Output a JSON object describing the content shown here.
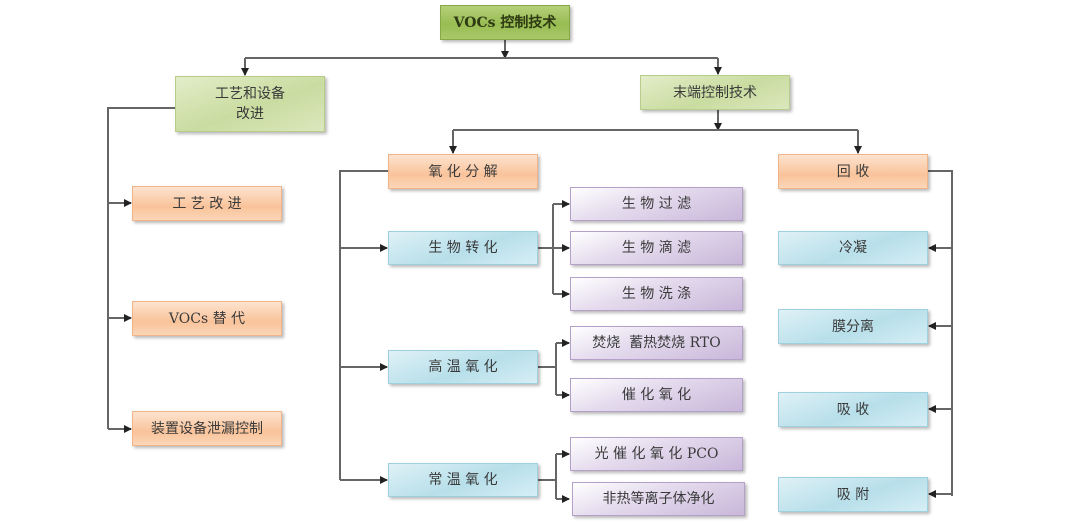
{
  "title": "VOCs 控制技术",
  "colors": {
    "root": "#a4c45e",
    "level1": "#d2e2ad",
    "category": "#f9c6a0",
    "method": "#bde1ec",
    "submethod": "#d6c9e4",
    "connector": "#555555"
  },
  "root": {
    "label": "VOCs 控制技术"
  },
  "branches": {
    "process": {
      "label_line1": "工艺和设备",
      "label_line2": "改进",
      "children": [
        {
          "label": "工 艺 改 进"
        },
        {
          "label": "VOCs 替 代"
        },
        {
          "label": "装置设备泄漏控制"
        }
      ]
    },
    "end_of_pipe": {
      "label": "末端控制技术",
      "oxidation": {
        "label": "氧 化 分 解",
        "methods": [
          {
            "label": "生 物 转 化",
            "submethods": [
              {
                "label": "生 物 过 滤"
              },
              {
                "label": "生 物 滴 滤"
              },
              {
                "label": "生 物 洗 涤"
              }
            ]
          },
          {
            "label": "高 温 氧 化",
            "submethods": [
              {
                "label": "焚烧  蓄热焚烧 RTO"
              },
              {
                "label": "催 化 氧 化"
              }
            ]
          },
          {
            "label": "常 温 氧 化",
            "submethods": [
              {
                "label": "光 催 化 氧 化 PCO"
              },
              {
                "label": "非热等离子体净化"
              }
            ]
          }
        ]
      },
      "recovery": {
        "label": "回 收",
        "methods": [
          {
            "label": "冷凝"
          },
          {
            "label": "膜分离"
          },
          {
            "label": "吸 收"
          },
          {
            "label": "吸 附"
          }
        ]
      }
    }
  }
}
